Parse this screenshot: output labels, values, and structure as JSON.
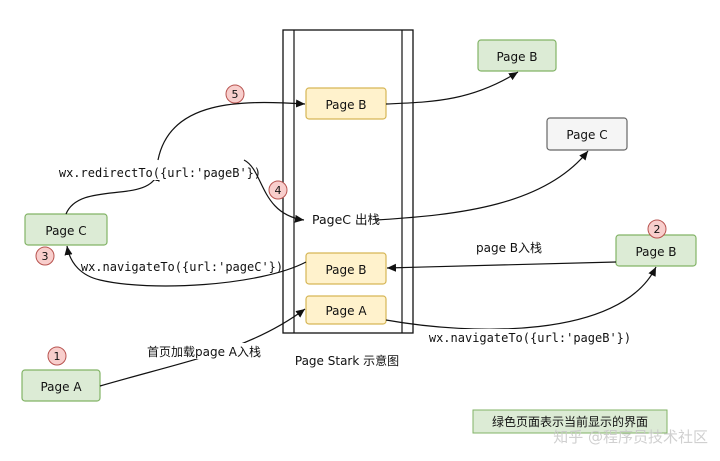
{
  "diagram": {
    "stack_caption": "Page  Stark 示意图",
    "legend_note": "绿色页面表示当前显示的界面",
    "watermark": "知乎 @程序员技术社区",
    "stack_items": {
      "top": "Page  B",
      "exit": "PageC 出栈",
      "middle": "Page  B",
      "bottom": "Page  A"
    },
    "nodes": {
      "page_a_left": "Page  A",
      "page_c_left": "Page  C",
      "page_b_top_right": "Page  B",
      "page_c_right": "Page  C",
      "page_b_right": "Page  B"
    },
    "steps": [
      "1",
      "2",
      "3",
      "4",
      "5"
    ],
    "labels": {
      "first_load": "首页加载page A入栈",
      "navigate_c": "wx.navigateTo({url:'pageC'})",
      "redirect_b": "wx.redirectTo({url:'pageB'})",
      "navigate_b": "wx.navigateTo({url:'pageB'})",
      "page_b_push": "page B入栈"
    },
    "colors": {
      "green_fill": "#dcebd5",
      "green_stroke": "#82b366",
      "yellow_fill": "#fff2cc",
      "yellow_stroke": "#d6b656",
      "grey_fill": "#f5f5f5",
      "grey_stroke": "#666666",
      "step_fill": "#f8cecc",
      "step_stroke": "#b85450"
    }
  }
}
